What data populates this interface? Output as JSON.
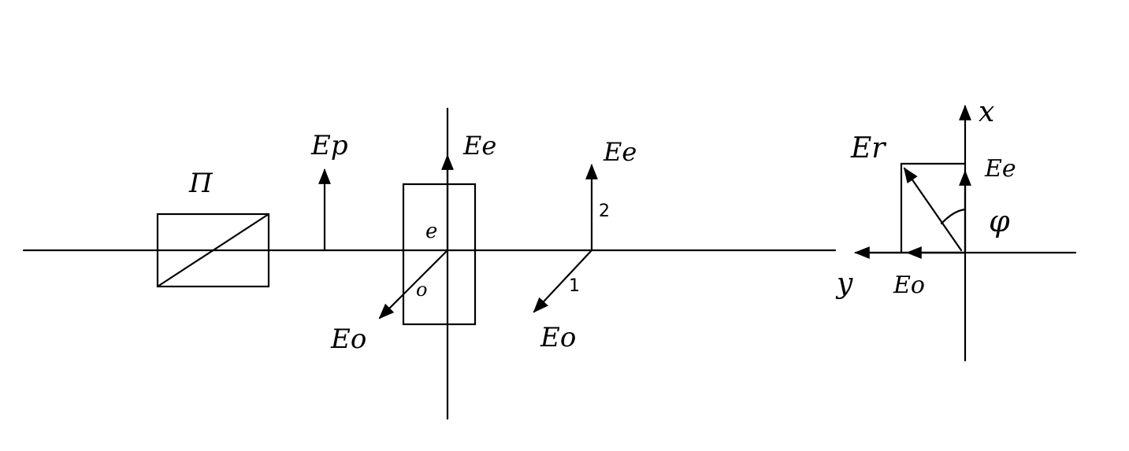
{
  "labels": {
    "polarizer": "П",
    "ep": "Ep",
    "ee_crystal": "Ee",
    "ee_out": "Ee",
    "eo_crystal": "Eo",
    "eo_out": "Eo",
    "e_mark": "e",
    "o_mark": "o",
    "num1": "1",
    "num2": "2",
    "x_axis": "x",
    "y_axis": "y",
    "er": "Er",
    "ee_vec": "Ee",
    "eo_vec": "Eo",
    "phi": "φ"
  }
}
